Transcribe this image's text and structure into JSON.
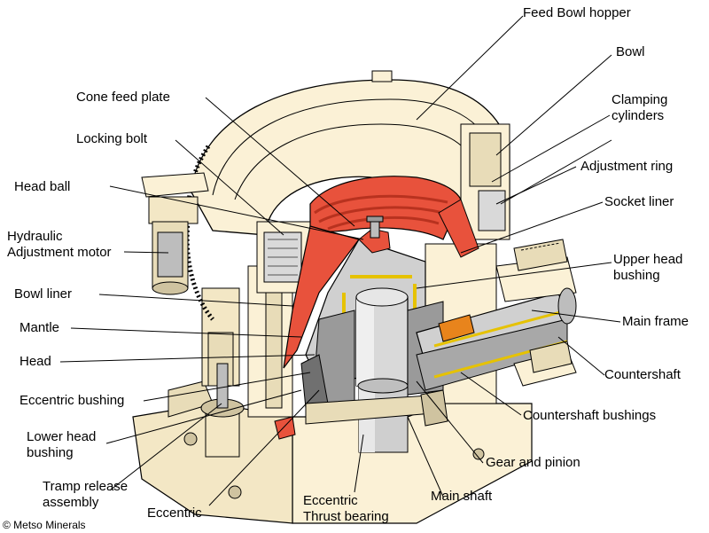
{
  "figure": {
    "copyright": "© Metso Minerals",
    "colors": {
      "casting": "#fbf1d6",
      "casting_shade": "#e8dcb8",
      "casting_dark": "#cfc3a0",
      "manganese": "#e8523c",
      "manganese_dark": "#b8321f",
      "steel": "#c8c8c8",
      "steel_dark": "#8a8a8a",
      "bronze": "#e6c200",
      "outline": "#000000",
      "leader": "#000000"
    },
    "labels": {
      "feed_bowl_hopper": "Feed Bowl hopper",
      "bowl": "Bowl",
      "cone_feed_plate": "Cone feed plate",
      "clamping_cylinders": [
        "Clamping",
        "cylinders"
      ],
      "locking_bolt": "Locking bolt",
      "adjustment_ring": "Adjustment ring",
      "head_ball": "Head ball",
      "socket_liner": "Socket liner",
      "hydraulic_adjustment_motor": [
        "Hydraulic",
        "Adjustment motor"
      ],
      "upper_head_bushing": [
        "Upper head",
        "bushing"
      ],
      "bowl_liner": "Bowl liner",
      "main_frame": "Main frame",
      "mantle": "Mantle",
      "head": "Head",
      "countershaft": "Countershaft",
      "eccentric_bushing": "Eccentric bushing",
      "countershaft_bushings": "Countershaft bushings",
      "lower_head_bushing": [
        "Lower head",
        "bushing"
      ],
      "gear_and_pinion": "Gear and pinion",
      "tramp_release_assembly": [
        "Tramp release",
        "assembly"
      ],
      "main_shaft": "Main shaft",
      "eccentric": "Eccentric",
      "eccentric_thrust_bearing": [
        "Eccentric",
        "Thrust bearing"
      ]
    }
  }
}
